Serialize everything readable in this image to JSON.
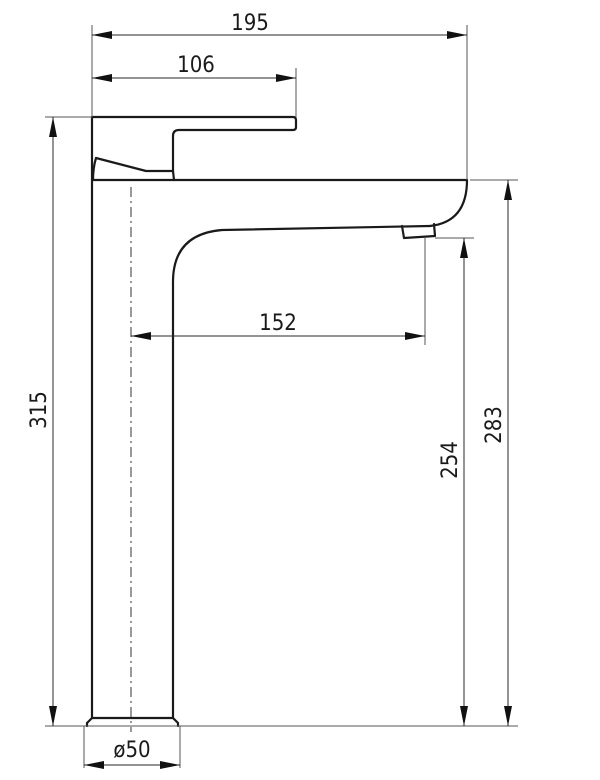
{
  "drawing": {
    "subject": "tall basin mixer faucet side elevation",
    "units": "mm",
    "line_color": "#1a1a1a",
    "background": "#ffffff"
  },
  "dimensions": {
    "overall_reach": {
      "label": "195",
      "orientation": "horizontal"
    },
    "handle_length": {
      "label": "106",
      "orientation": "horizontal"
    },
    "spout_reach_from_center": {
      "label": "152",
      "orientation": "horizontal"
    },
    "overall_height": {
      "label": "315",
      "orientation": "vertical"
    },
    "outlet_height": {
      "label": "254",
      "orientation": "vertical"
    },
    "spout_top_height": {
      "label": "283",
      "orientation": "vertical"
    },
    "base_diameter": {
      "label": "ø50",
      "orientation": "horizontal"
    }
  }
}
